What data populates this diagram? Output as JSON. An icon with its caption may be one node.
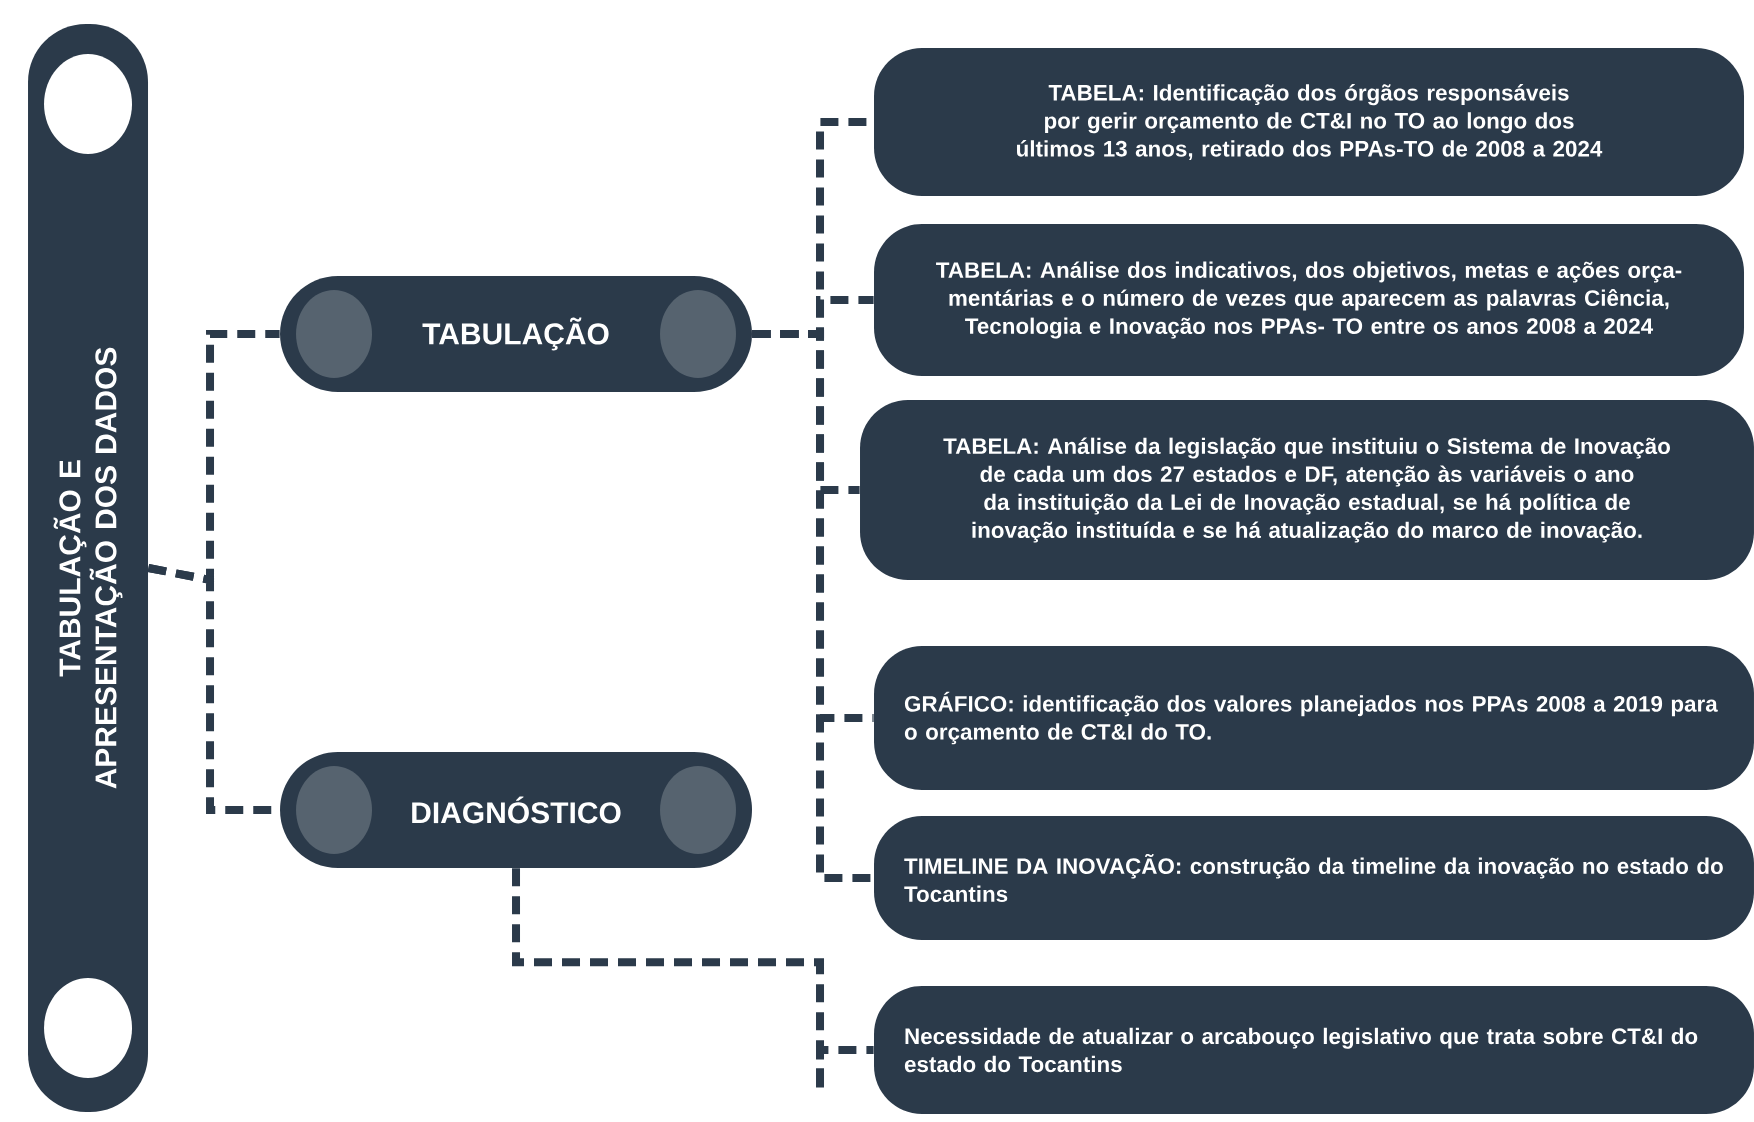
{
  "diagram": {
    "nodes": [
      {
        "text": [
          "TABULAÇÃO E APRESENTAÇÃO DOS DADOS"
        ]
      },
      {
        "text": [
          "TABULAÇÃO"
        ]
      },
      {
        "text": [
          "DIAGNÓSTICO"
        ]
      },
      {
        "text": [
          "TABELA: Identificação dos órgãos responsáveis por gerir orçamento de CT&I no TO ao longo dos últimos 13 anos, retirado dos PPAs-TO de 2008 a 2024"
        ]
      },
      {
        "text": [
          "TABELA: Análise dos indicativos, dos objetivos, metas e ações orça-mentárias e o número de vezes que aparecem as palavras Ciência, Tecnologia e Inovação nos PPAs- TO entre os anos 2008 a 2024"
        ]
      },
      {
        "text": [
          "TABELA: Análise da legislação que instituiu o Sistema de Inovação de cada um dos 27 estados e DF, atenção às variáveis o ano da instituição da Lei de Inovação estadual, se há política de inovação instituída e se há atualização do marco de inovação."
        ]
      },
      {
        "text": [
          "GRÁFICO: identificação dos valores planejados nos PPAs 2008 a 2019 para o orçamento de CT&I do TO."
        ]
      },
      {
        "text": [
          "TIMELINE DA INOVAÇÃO: construção da timeline da inovação no estado do Tocantins"
        ]
      },
      {
        "text": [
          "Necessidade de atualizar o arcabouço legislativo que trata sobre CT&I do estado do Tocantins"
        ]
      }
    ],
    "edges": [
      {
        "from": 0,
        "to": 1,
        "arrow": "none",
        "style": "dashed"
      },
      {
        "from": 0,
        "to": 2,
        "arrow": "none",
        "style": "dashed"
      },
      {
        "from": 1,
        "to": 3,
        "arrow": "none",
        "style": "dashed"
      },
      {
        "from": 1,
        "to": 4,
        "arrow": "none",
        "style": "dashed"
      },
      {
        "from": 1,
        "to": 5,
        "arrow": "none",
        "style": "dashed"
      },
      {
        "from": 1,
        "to": 6,
        "arrow": "none",
        "style": "dashed"
      },
      {
        "from": 1,
        "to": 7,
        "arrow": "none",
        "style": "dashed"
      },
      {
        "from": 2,
        "to": 8,
        "arrow": "none",
        "style": "dashed"
      }
    ]
  }
}
